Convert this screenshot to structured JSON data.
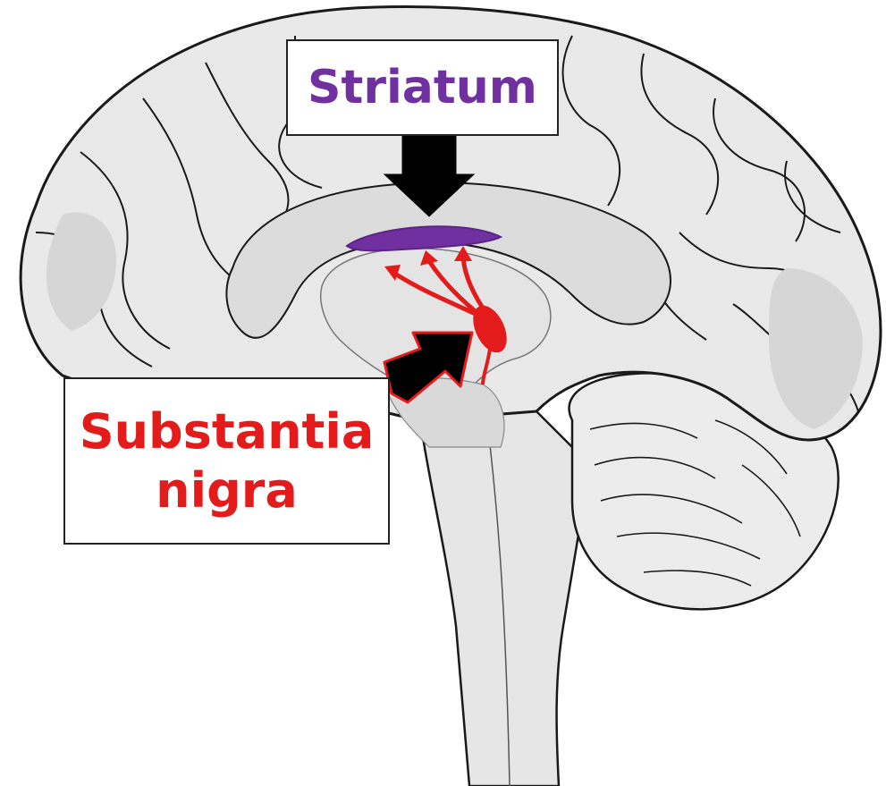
{
  "labels": {
    "striatum": "Striatum",
    "substantia_nigra_line1": "Substantia",
    "substantia_nigra_line2": "nigra"
  },
  "colors": {
    "striatum": "#7030a0",
    "substantia_nigra": "#e31b1b",
    "brain_fill": "#e9e9e9",
    "brain_shade": "#d9d9d9",
    "outline": "#1a1a1a",
    "arrow": "#000000"
  }
}
